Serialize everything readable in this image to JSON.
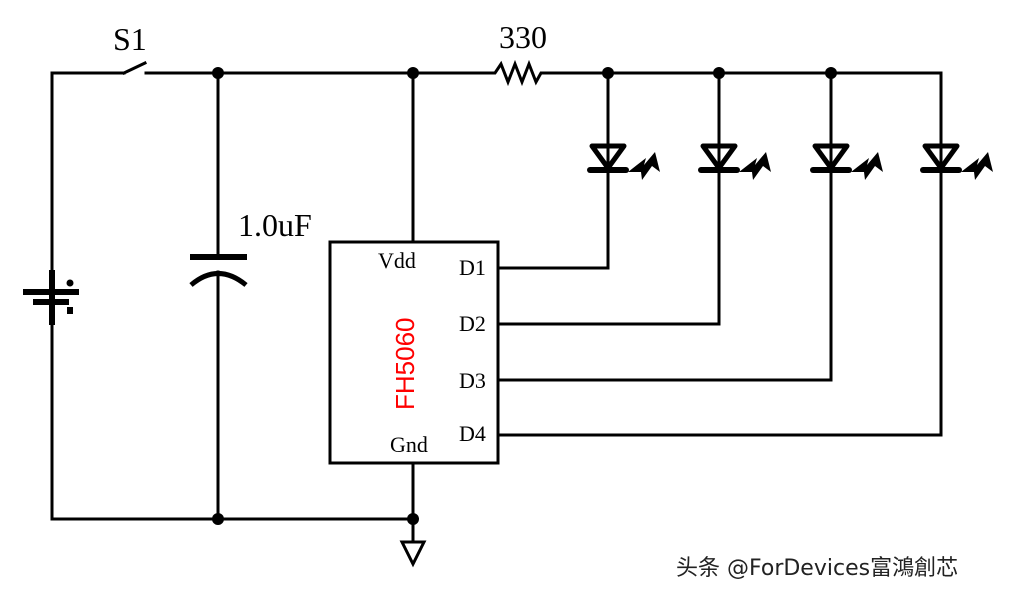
{
  "diagram": {
    "type": "circuit-schematic",
    "components": {
      "switch": {
        "label": "S1"
      },
      "capacitor": {
        "label": "1.0uF"
      },
      "resistor": {
        "label": "330"
      },
      "battery": {
        "label": ""
      },
      "ic": {
        "name": "FH5060",
        "name_color": "#ff0000",
        "pins": {
          "vdd": "Vdd",
          "gnd": "Gnd",
          "d1": "D1",
          "d2": "D2",
          "d3": "D3",
          "d4": "D4"
        }
      },
      "leds": [
        {
          "id": "LED1",
          "connects_to": "D1"
        },
        {
          "id": "LED2",
          "connects_to": "D2"
        },
        {
          "id": "LED3",
          "connects_to": "D3"
        },
        {
          "id": "LED4",
          "connects_to": "D4"
        }
      ],
      "ground": {
        "symbol": "ground-triangle"
      }
    },
    "watermark": "头条 @ForDevices富鴻創芯"
  }
}
